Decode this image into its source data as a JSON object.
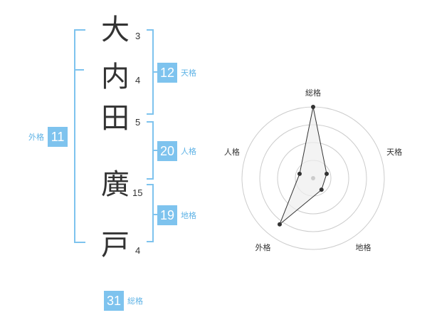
{
  "name_characters": [
    {
      "char": "大",
      "strokes": "3"
    },
    {
      "char": "内",
      "strokes": "4"
    },
    {
      "char": "田",
      "strokes": "5"
    },
    {
      "char": "廣",
      "strokes": "15"
    },
    {
      "char": "戸",
      "strokes": "4"
    }
  ],
  "fortune": {
    "tenkaku": {
      "value": "12",
      "label": "天格"
    },
    "jinkaku": {
      "value": "20",
      "label": "人格"
    },
    "chikaku": {
      "value": "19",
      "label": "地格"
    },
    "gaikaku": {
      "value": "11",
      "label": "外格"
    },
    "soukaku": {
      "value": "31",
      "label": "総格"
    }
  },
  "chart_data": {
    "type": "radar",
    "axes": [
      "総格",
      "天格",
      "地格",
      "外格",
      "人格"
    ],
    "values": [
      5,
      1,
      1,
      4,
      1
    ],
    "max": 5,
    "rings": 4,
    "colors": {
      "fill": "#eeeeee",
      "stroke": "#333333",
      "grid": "#cccccc"
    }
  },
  "colors": {
    "accent": "#7ec3ee"
  }
}
